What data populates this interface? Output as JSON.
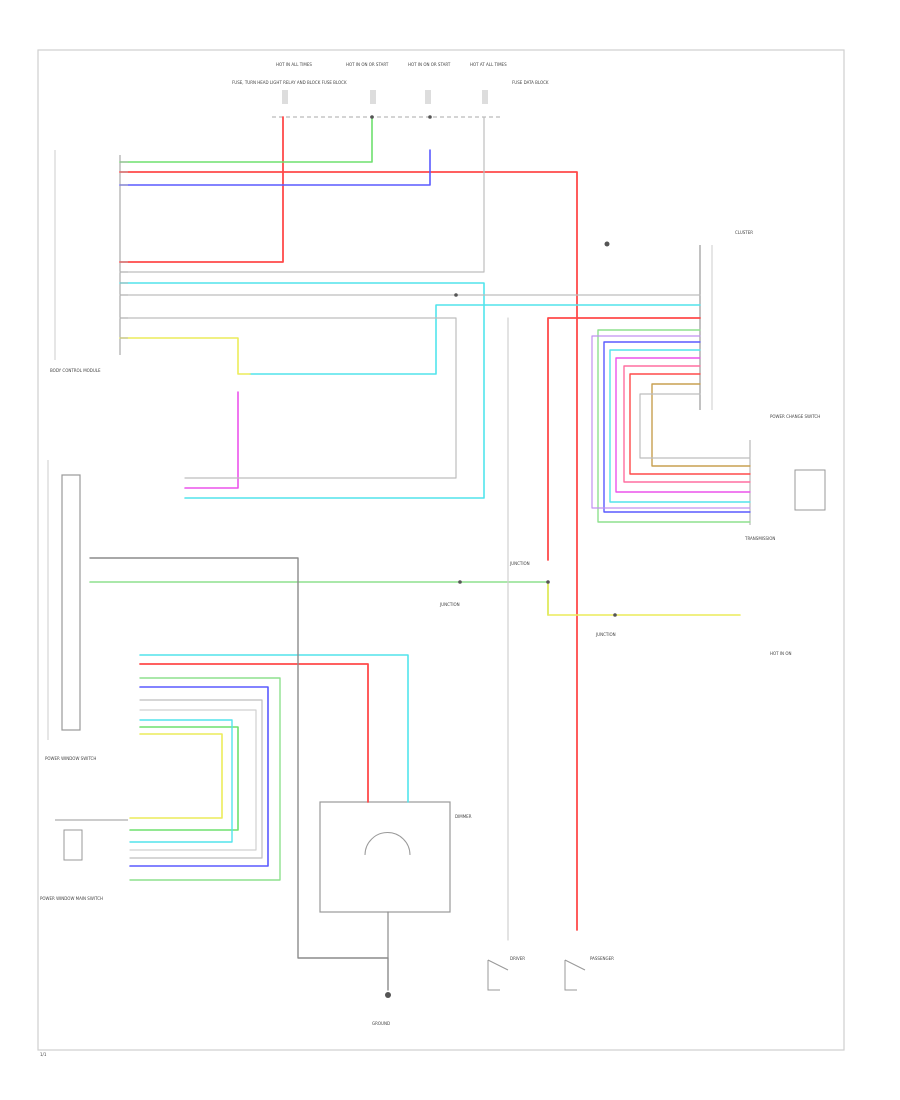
{
  "colors": {
    "red": "#ff3c3c",
    "green": "#6ee06e",
    "blue": "#5a5aff",
    "cyan": "#52e4ec",
    "yellow": "#ecec5a",
    "magenta": "#ec54ec",
    "orange": "#c8a050",
    "pink": "#ff6ea0",
    "violet": "#b06ee0",
    "gray": "#8c8c8c",
    "lightgray": "#c8c8c8",
    "black": "#222222"
  },
  "labels": {
    "top_fuse_1": "HOT IN ALL TIMES",
    "top_fuse_1_desc": "FUSE, TURN HEAD LIGHT RELAY AND BLOCK FUSE BLOCK",
    "top_fuse_2": "HOT IN ON OR START",
    "top_fuse_3": "HOT IN ON OR START",
    "top_fuse_4": "HOT AT ALL TIMES",
    "top_fuse_4_desc": "FUSE DATA BLOCK",
    "bcm": "BODY CONTROL MODULE",
    "cluster": "CLUSTER",
    "sw_unit": "POWER CHANGE SWITCH",
    "transmission": "TRANSMISSION",
    "door_lock": "POWER WINDOW SWITCH",
    "lower_module": "POWER WINDOW MAIN SWITCH",
    "dimmer": "DIMMER",
    "junction": "JUNCTION",
    "ground": "GROUND",
    "driver": "DRIVER",
    "passenger": "PASSENGER",
    "hot_on": "HOT IN ON",
    "footer": "1/1"
  }
}
